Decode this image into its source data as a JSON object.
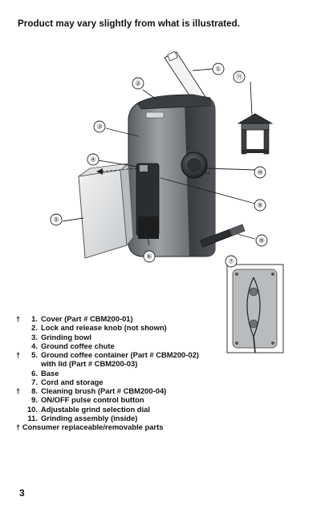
{
  "header": {
    "text": "Product may vary slightly from what is illustrated."
  },
  "callouts": [
    "①",
    "②",
    "③",
    "④",
    "⑤",
    "⑥",
    "⑦",
    "⑧",
    "⑨",
    "⑩",
    "⑪"
  ],
  "parts": [
    {
      "mark": "†",
      "num": "1.",
      "text": "Cover (Part # CBM200-01)"
    },
    {
      "mark": "",
      "num": "2.",
      "text": "Lock and release knob (not shown)"
    },
    {
      "mark": "",
      "num": "3.",
      "text": "Grinding bowl"
    },
    {
      "mark": "",
      "num": "4.",
      "text": "Ground coffee chute"
    },
    {
      "mark": "†",
      "num": "5.",
      "text": "Ground coffee container (Part # CBM200-02)"
    },
    {
      "mark": "",
      "num": "",
      "text": "with lid (Part # CBM200-03)"
    },
    {
      "mark": "",
      "num": "6.",
      "text": "Base"
    },
    {
      "mark": "",
      "num": "7.",
      "text": "Cord and storage"
    },
    {
      "mark": "†",
      "num": "8.",
      "text": "Cleaning brush (Part # CBM200-04)"
    },
    {
      "mark": "",
      "num": "9.",
      "text": "ON/OFF pulse control button"
    },
    {
      "mark": "",
      "num": "10.",
      "text": "Adjustable grind selection dial"
    },
    {
      "mark": "",
      "num": "11.",
      "text": "Grinding assembly (inside)"
    }
  ],
  "note": "† Consumer replaceable/removable parts",
  "page_number": "3",
  "colors": {
    "body_dark": "#3a3d40",
    "body_mid": "#8a8e92",
    "body_light": "#c9ccce",
    "container": "#e4e6e8"
  }
}
